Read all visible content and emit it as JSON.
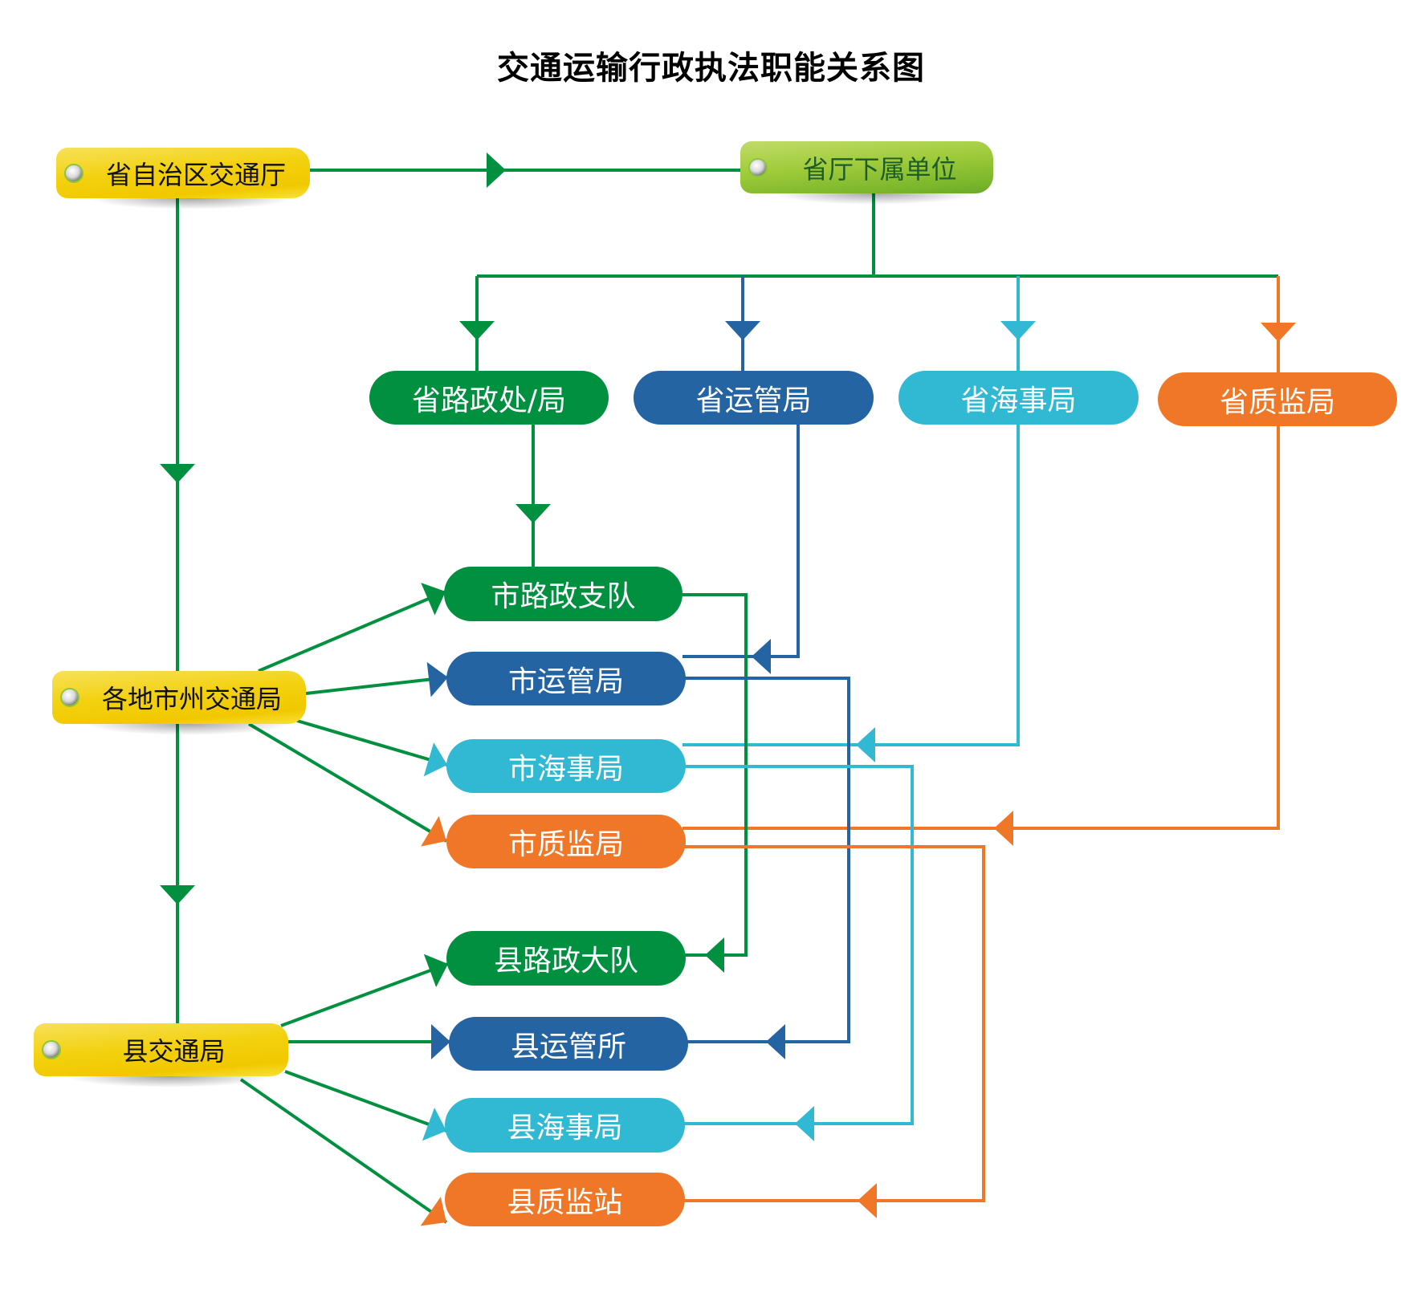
{
  "title": "交通运输行政执法职能关系图",
  "colors": {
    "road": "#009040",
    "transport": "#2564a3",
    "maritime": "#31b9d3",
    "quality": "#ef7727",
    "tag_yellow": "#f3d10f",
    "tag_green": "#9fcb3a"
  },
  "tags": {
    "provincial_dept": "省自治区交通厅",
    "provincial_subunits": "省厅下属单位",
    "city_bureau": "各地市州交通局",
    "county_bureau": "县交通局"
  },
  "provincial": {
    "road": "省路政处/局",
    "transport": "省运管局",
    "maritime": "省海事局",
    "quality": "省质监局"
  },
  "city": {
    "road": "市路政支队",
    "transport": "市运管局",
    "maritime": "市海事局",
    "quality": "市质监局"
  },
  "county": {
    "road": "县路政大队",
    "transport": "县运管所",
    "maritime": "县海事局",
    "quality": "县质监站"
  },
  "edges": [
    {
      "from": "省自治区交通厅",
      "to": "省厅下属单位"
    },
    {
      "from": "省自治区交通厅",
      "to": "各地市州交通局"
    },
    {
      "from": "各地市州交通局",
      "to": "县交通局"
    },
    {
      "from": "省厅下属单位",
      "to": "省路政处/局"
    },
    {
      "from": "省厅下属单位",
      "to": "省运管局"
    },
    {
      "from": "省厅下属单位",
      "to": "省海事局"
    },
    {
      "from": "省厅下属单位",
      "to": "省质监局"
    },
    {
      "from": "省路政处/局",
      "to": "市路政支队"
    },
    {
      "from": "省运管局",
      "to": "市运管局"
    },
    {
      "from": "省海事局",
      "to": "市海事局"
    },
    {
      "from": "省质监局",
      "to": "市质监局"
    },
    {
      "from": "市路政支队",
      "to": "县路政大队"
    },
    {
      "from": "市运管局",
      "to": "县运管所"
    },
    {
      "from": "市海事局",
      "to": "县海事局"
    },
    {
      "from": "市质监局",
      "to": "县质监站"
    },
    {
      "from": "各地市州交通局",
      "to": "市路政支队"
    },
    {
      "from": "各地市州交通局",
      "to": "市运管局"
    },
    {
      "from": "各地市州交通局",
      "to": "市海事局"
    },
    {
      "from": "各地市州交通局",
      "to": "市质监局"
    },
    {
      "from": "县交通局",
      "to": "县路政大队"
    },
    {
      "from": "县交通局",
      "to": "县运管所"
    },
    {
      "from": "县交通局",
      "to": "县海事局"
    },
    {
      "from": "县交通局",
      "to": "县质监站"
    }
  ]
}
